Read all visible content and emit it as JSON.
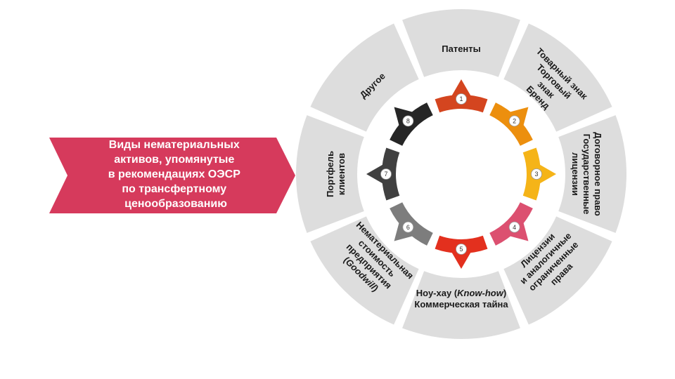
{
  "banner": {
    "lines": [
      "Виды нематериальных",
      "активов, упомянутые",
      "в рекомендациях ОЭСР",
      "по трансфертному",
      "ценообразованию"
    ],
    "color": "#d63a5c"
  },
  "colors": {
    "outer_segment": "#dddddd",
    "inner_ring": "#ffffff"
  },
  "segments": [
    {
      "number": "1",
      "color": "#d4451f",
      "lines": [
        "Патенты"
      ]
    },
    {
      "number": "2",
      "color": "#ec8f0e",
      "lines": [
        "Товарный знак",
        "Торговый",
        "знак",
        "Бренд"
      ]
    },
    {
      "number": "3",
      "color": "#f5b418",
      "lines": [
        "Договорное право",
        "Государственные",
        "лицензии"
      ]
    },
    {
      "number": "4",
      "color": "#dc5070",
      "lines": [
        "Лицензии",
        "и аналогичные",
        "ограниченные",
        "права"
      ]
    },
    {
      "number": "5",
      "color": "#e3301e",
      "lines": [
        {
          "text": "Ноу-хау (",
          "parts": [
            {
              "t": "Ноу-хау (",
              "i": false
            },
            {
              "t": "Know-how",
              "i": true
            },
            {
              "t": ")",
              "i": false
            }
          ]
        },
        "Коммерческая тайна"
      ]
    },
    {
      "number": "6",
      "color": "#7d7d7d",
      "lines": [
        "Нематериальная",
        "стоимость",
        "предприятия",
        {
          "text": "(Goodwill)",
          "parts": [
            {
              "t": "(",
              "i": false
            },
            {
              "t": "Goodwill",
              "i": true
            },
            {
              "t": ")",
              "i": false
            }
          ]
        }
      ]
    },
    {
      "number": "7",
      "color": "#404040",
      "lines": [
        "Портфель",
        "клиентов"
      ]
    },
    {
      "number": "8",
      "color": "#262626",
      "lines": [
        "Другое"
      ]
    }
  ]
}
